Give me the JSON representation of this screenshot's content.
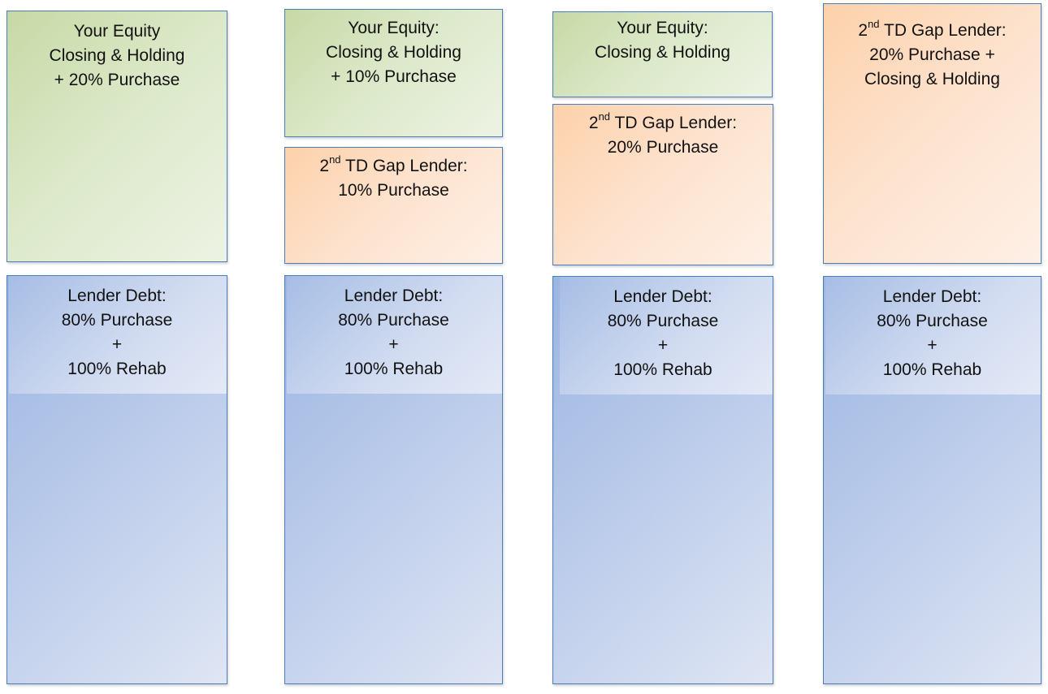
{
  "columns": [
    {
      "equity": {
        "lines": [
          "Your Equity",
          "Closing & Holding",
          "+ 20% Purchase"
        ]
      },
      "debt": {
        "lines": [
          "Lender Debt:",
          "80% Purchase",
          "+",
          "100% Rehab"
        ]
      }
    },
    {
      "equity": {
        "lines": [
          "Your Equity:",
          "Closing & Holding",
          "+ 10% Purchase"
        ]
      },
      "gap": {
        "ordinal": "2",
        "ordinal_suffix": "nd",
        "title_rest": " TD Gap Lender:",
        "lines": [
          "10% Purchase"
        ]
      },
      "debt": {
        "lines": [
          "Lender Debt:",
          "80% Purchase",
          "+",
          "100% Rehab"
        ]
      }
    },
    {
      "equity": {
        "lines": [
          "Your Equity:",
          "Closing & Holding"
        ]
      },
      "gap": {
        "ordinal": "2",
        "ordinal_suffix": "nd",
        "title_rest": " TD Gap Lender:",
        "lines": [
          "20% Purchase"
        ]
      },
      "debt": {
        "lines": [
          "Lender Debt:",
          "80% Purchase",
          "+",
          "100% Rehab"
        ]
      }
    },
    {
      "gap": {
        "ordinal": "2",
        "ordinal_suffix": "nd",
        "title_rest": " TD Gap Lender:",
        "lines": [
          "20% Purchase +",
          "Closing & Holding"
        ]
      },
      "debt": {
        "lines": [
          "Lender Debt:",
          "80% Purchase",
          "+",
          "100% Rehab"
        ]
      }
    }
  ],
  "colors": {
    "border": "#4a7ebb",
    "equity_green": "#c6d9a4",
    "gap_orange": "#fdd1aa",
    "debt_blue": "#9bb5e1"
  }
}
